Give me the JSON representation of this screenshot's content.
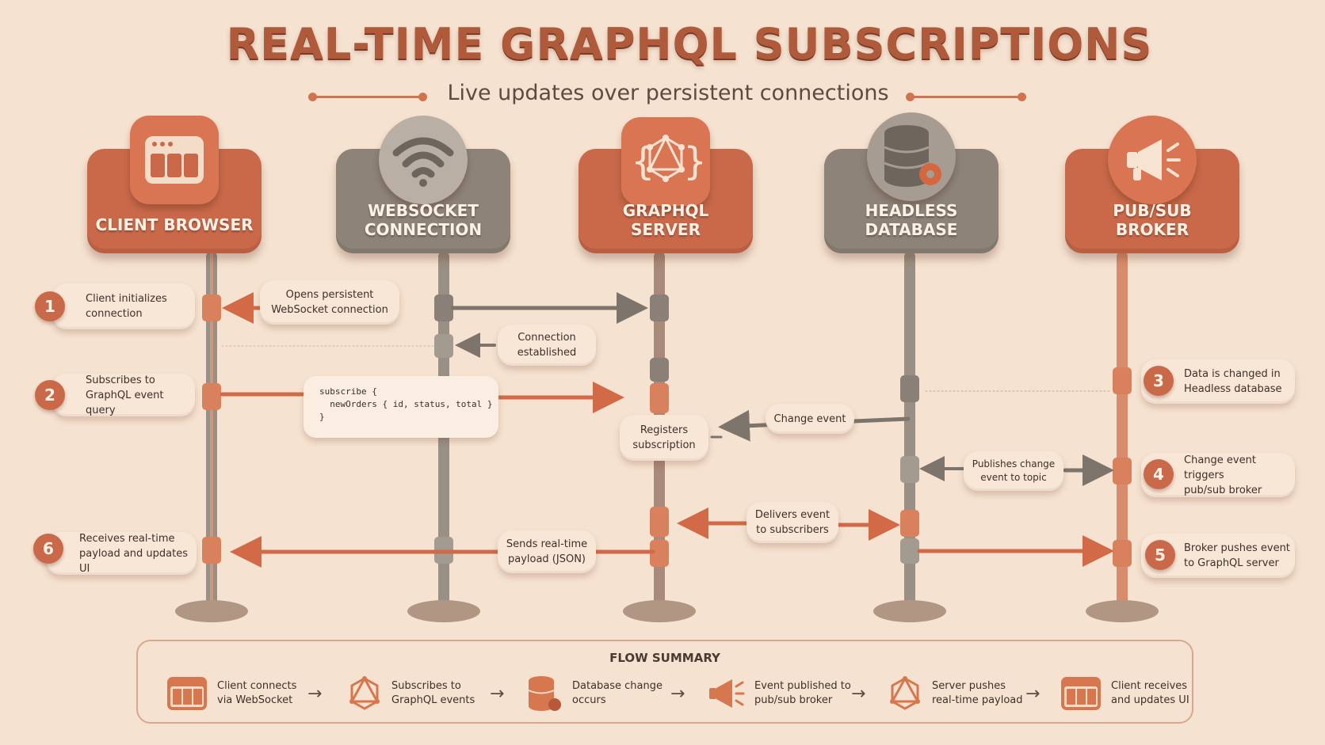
{
  "title": "REAL-TIME GRAPHQL SUBSCRIPTIONS",
  "subtitle": "Live updates over persistent connections",
  "actors": [
    {
      "label": "CLIENT BROWSER",
      "icon": "browser-window-icon",
      "color": "#c9694a"
    },
    {
      "label": "WEBSOCKET\nCONNECTION",
      "icon": "wifi-signal-icon",
      "color": "#8d8378"
    },
    {
      "label": "GRAPHQL\nSERVER",
      "icon": "graphql-logo-icon",
      "color": "#c9694a"
    },
    {
      "label": "HEADLESS\nDATABASE",
      "icon": "database-gear-icon",
      "color": "#8d8378"
    },
    {
      "label": "PUB/SUB\nBROKER",
      "icon": "megaphone-icon",
      "color": "#c9694a"
    }
  ],
  "steps": [
    {
      "number": "1",
      "text": "Client initializes\nconnection"
    },
    {
      "number": "2",
      "text": "Subscribes to\nGraphQL event query"
    },
    {
      "number": "3",
      "text": "Data is changed in\nHeadless database"
    },
    {
      "number": "4",
      "text": "Change event triggers\npub/sub broker"
    },
    {
      "number": "5",
      "text": "Broker pushes event\nto GraphQL server"
    },
    {
      "number": "6",
      "text": "Receives real-time\npayload and updates UI"
    }
  ],
  "messages": {
    "open_ws": "Opens persistent\nWebSocket connection",
    "established": "Connection\nestablished",
    "registers": "Registers\nsubscription",
    "change_event": "Change event",
    "publishes": "Publishes change\nevent to topic",
    "delivers": "Delivers event\nto subscribers",
    "sends_payload": "Sends real-time\npayload (JSON)"
  },
  "code_lines": [
    "subscribe {",
    "  newOrders { id, status, total }",
    "}"
  ],
  "summary": {
    "title": "FLOW SUMMARY",
    "items": [
      {
        "text": "Client connects\nvia WebSocket",
        "icon": "browser-window-icon"
      },
      {
        "text": "Subscribes to\nGraphQL events",
        "icon": "graphql-logo-icon"
      },
      {
        "text": "Database change\noccurs",
        "icon": "database-gear-icon"
      },
      {
        "text": "Event published to\npub/sub broker",
        "icon": "megaphone-icon"
      },
      {
        "text": "Server pushes\nreal-time payload",
        "icon": "graphql-logo-icon"
      },
      {
        "text": "Client receives\nand updates UI",
        "icon": "browser-window-icon"
      }
    ],
    "arrow": "→"
  },
  "colors": {
    "background": "#f6e2d0",
    "accent_orange": "#c9694a",
    "accent_gray": "#8d8378",
    "arrow_orange": "#d26a47",
    "arrow_gray": "#7d746b",
    "pill": "#f8e6d6"
  }
}
